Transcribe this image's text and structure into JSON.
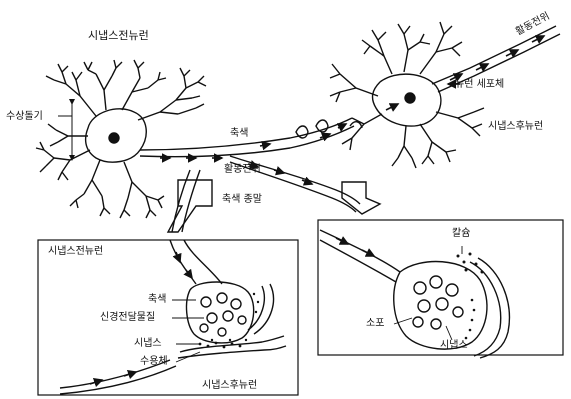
{
  "labels": {
    "presynaptic_neuron_top": "시냅스전뉴런",
    "dendrite": "수상돌기",
    "axon": "축색",
    "action_potential_mid": "활동전위",
    "axon_terminal": "축색 종말",
    "action_potential_top": "활동전위",
    "neuron_cell_body": "뉴런 세포체",
    "postsynaptic_neuron_right": "시냅스후뉴런",
    "inset_left": {
      "presynaptic_neuron": "시냅스전뉴런",
      "axon": "축색",
      "neurotransmitter": "신경전달물질",
      "synapse": "시냅스",
      "receptor": "수용체",
      "postsynaptic_neuron": "시냅스후뉴런"
    },
    "inset_right": {
      "calcium": "칼슘",
      "vesicle": "소포",
      "synapse": "시냅스"
    }
  },
  "colors": {
    "ink": "#111111",
    "background": "#ffffff"
  }
}
